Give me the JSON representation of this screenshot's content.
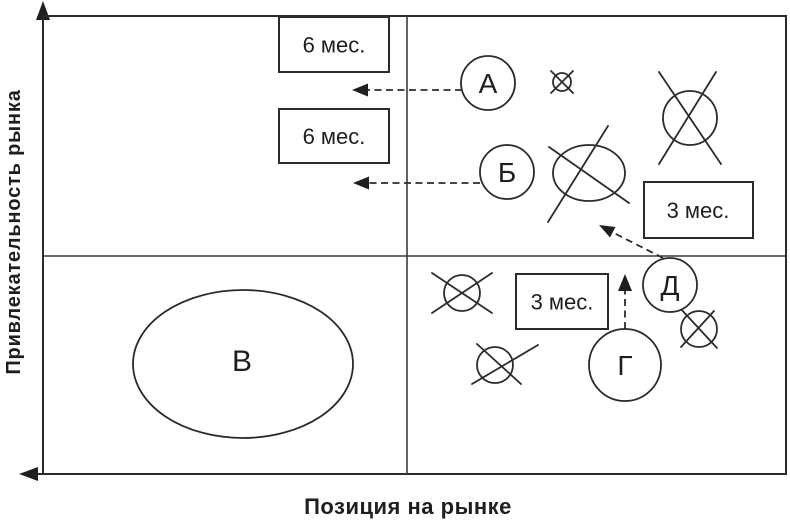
{
  "diagram": {
    "y_axis_label": "Привлекательность рынка",
    "x_axis_label": "Позиция на рынке",
    "time_boxes": {
      "upper_6m": "6 мес.",
      "lower_6m": "6 мес.",
      "right_3m": "3 мес.",
      "bottom_3m": "3 мес."
    },
    "units": {
      "a": "А",
      "b": "Б",
      "v": "В",
      "g": "Г",
      "d": "Д"
    }
  }
}
